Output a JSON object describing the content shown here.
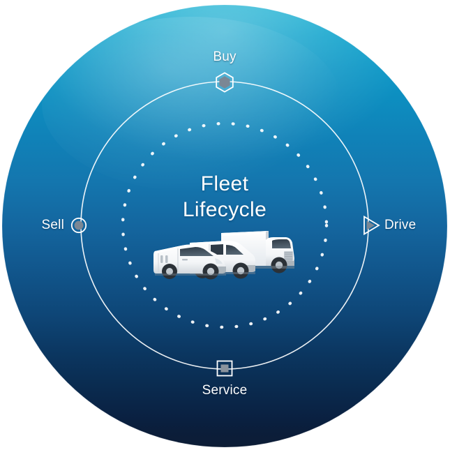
{
  "graphic": {
    "type": "circular-lifecycle-diagram",
    "center_title": "Fleet\nLifecycle",
    "center_title_lines": [
      "Fleet",
      "Lifecycle"
    ],
    "background_color": "#ffffff",
    "sphere": {
      "gradient_top_color": "#18b0d2",
      "gradient_mid_color": "#1474ad",
      "gradient_bottom_color": "#0c1f3d",
      "ring_color": "#ffffff",
      "dotted_ring_color": "#ffffff"
    },
    "stages": [
      {
        "id": "buy",
        "label": "Buy",
        "icon": "hexagon-icon",
        "position": "top",
        "marker_outline_color": "#ffffff",
        "marker_fill_color": "#7b8794"
      },
      {
        "id": "drive",
        "label": "Drive",
        "icon": "triangle-right-icon",
        "position": "right",
        "marker_outline_color": "#ffffff",
        "marker_fill_color": "#7b8794"
      },
      {
        "id": "service",
        "label": "Service",
        "icon": "square-icon",
        "position": "bottom",
        "marker_outline_color": "#ffffff",
        "marker_fill_color": "#7b8794"
      },
      {
        "id": "sell",
        "label": "Sell",
        "icon": "circle-icon",
        "position": "left",
        "marker_outline_color": "#ffffff",
        "marker_fill_color": "#7b8794"
      }
    ],
    "vehicles": {
      "name": "fleet-vehicles-photo",
      "description": "white commercial vehicles: small van, panel van, box truck",
      "color": "#ffffff"
    }
  }
}
